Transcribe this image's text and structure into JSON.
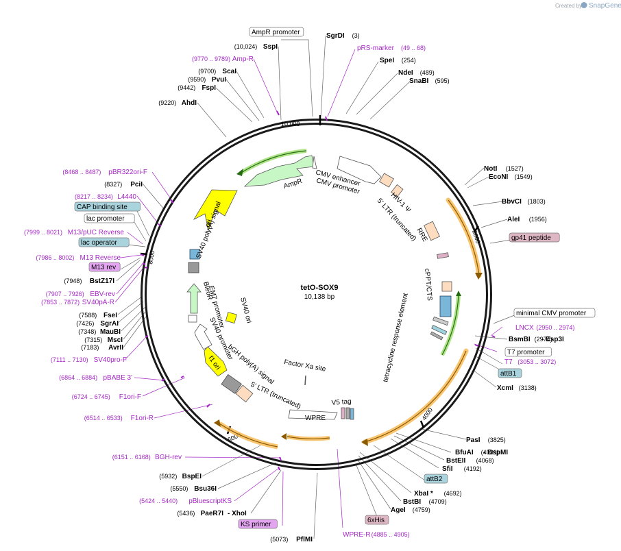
{
  "brand": {
    "prefix": "Created by",
    "name": "SnapGene"
  },
  "plasmid": {
    "name": "tetO-SOX9",
    "length": "10,138 bp"
  },
  "ticks": [
    "10,000",
    "2000",
    "4000",
    "6000",
    "8000"
  ],
  "ring_features": [
    "AmpR",
    "CMV enhancer",
    "CMV promoter",
    "HIV-1 Ψ",
    "5' LTR (truncated)",
    "RRE",
    "cPPT/CTS",
    "tetracycline response element",
    "ori",
    "SV40 poly(A) signal",
    "EM7 promoter",
    "BleoR",
    "SV40 promoter",
    "SV40 ori",
    "f1 ori",
    "bGH poly(A) signal",
    "5' LTR (truncated)",
    "Factor Xa site",
    "WPRE",
    "V5 tag"
  ],
  "sites": [
    {
      "name": "AmpR promoter",
      "pos": "",
      "style": "box"
    },
    {
      "name": "SgrDI",
      "pos": "(3)",
      "style": "enzyme"
    },
    {
      "name": "pRS-marker",
      "pos": "(49 .. 68)",
      "style": "primer"
    },
    {
      "name": "SpeI",
      "pos": "(254)",
      "style": "enzyme"
    },
    {
      "name": "NdeI",
      "pos": "(489)",
      "style": "enzyme"
    },
    {
      "name": "SnaBI",
      "pos": "(595)",
      "style": "enzyme"
    },
    {
      "name": "SspI",
      "pos": "(10,024)",
      "style": "enzyme"
    },
    {
      "name": "Amp-R",
      "pos": "(9770 .. 9789)",
      "style": "primer"
    },
    {
      "name": "ScaI",
      "pos": "(9700)",
      "style": "enzyme"
    },
    {
      "name": "PvuI",
      "pos": "(9590)",
      "style": "enzyme"
    },
    {
      "name": "FspI",
      "pos": "(9442)",
      "style": "enzyme"
    },
    {
      "name": "AhdI",
      "pos": "(9220)",
      "style": "enzyme"
    },
    {
      "name": "pBR322ori-F",
      "pos": "(8468 .. 8487)",
      "style": "primer"
    },
    {
      "name": "PciI",
      "pos": "(8327)",
      "style": "enzyme"
    },
    {
      "name": "L4440",
      "pos": "(8217 .. 8234)",
      "style": "primer"
    },
    {
      "name": "CAP binding site",
      "pos": "",
      "style": "blue"
    },
    {
      "name": "lac promoter",
      "pos": "",
      "style": "box"
    },
    {
      "name": "M13/pUC Reverse",
      "pos": "(7999 .. 8021)",
      "style": "primer"
    },
    {
      "name": "lac operator",
      "pos": "",
      "style": "blue"
    },
    {
      "name": "M13 Reverse",
      "pos": "(7986 .. 8002)",
      "style": "primer"
    },
    {
      "name": "M13 rev",
      "pos": "",
      "style": "pinkp"
    },
    {
      "name": "BstZ17I",
      "pos": "(7948)",
      "style": "enzyme"
    },
    {
      "name": "EBV-rev",
      "pos": "(7907 .. 7926)",
      "style": "primer"
    },
    {
      "name": "SV40pA-R",
      "pos": "(7853 .. 7872)",
      "style": "primer"
    },
    {
      "name": "FseI",
      "pos": "(7588)",
      "style": "enzyme"
    },
    {
      "name": "SgrAI",
      "pos": "(7426)",
      "style": "enzyme"
    },
    {
      "name": "MauBI",
      "pos": "(7348)",
      "style": "enzyme"
    },
    {
      "name": "MscI",
      "pos": "(7315)",
      "style": "enzyme"
    },
    {
      "name": "AvrII",
      "pos": "(7183)",
      "style": "enzyme"
    },
    {
      "name": "SV40pro-F",
      "pos": "(7111 .. 7130)",
      "style": "primer"
    },
    {
      "name": "pBABE 3'",
      "pos": "(6864 .. 6884)",
      "style": "primer"
    },
    {
      "name": "F1ori-F",
      "pos": "(6724 .. 6745)",
      "style": "primer"
    },
    {
      "name": "F1ori-R",
      "pos": "(6514 .. 6533)",
      "style": "primer"
    },
    {
      "name": "BGH-rev",
      "pos": "(6151 .. 6168)",
      "style": "primer"
    },
    {
      "name": "BspEI",
      "pos": "(5932)",
      "style": "enzyme"
    },
    {
      "name": "Bsu36I",
      "pos": "(5550)",
      "style": "enzyme"
    },
    {
      "name": "pBluescriptKS",
      "pos": "(5424 .. 5440)",
      "style": "primer"
    },
    {
      "name": "PaeR7I",
      "pos": "(5436)",
      "style": "enzyme"
    },
    {
      "name": "- XhoI",
      "pos": "",
      "style": "enzyme"
    },
    {
      "name": "KS primer",
      "pos": "",
      "style": "pinkp"
    },
    {
      "name": "PflMI",
      "pos": "(5073)",
      "style": "enzyme"
    },
    {
      "name": "WPRE-R",
      "pos": "(4885 .. 4905)",
      "style": "primer"
    },
    {
      "name": "6xHis",
      "pos": "",
      "style": "pink"
    },
    {
      "name": "AgeI",
      "pos": "(4759)",
      "style": "enzyme"
    },
    {
      "name": "BstBI",
      "pos": "(4709)",
      "style": "enzyme"
    },
    {
      "name": "XbaI *",
      "pos": "(4692)",
      "style": "enzyme"
    },
    {
      "name": "attB2",
      "pos": "",
      "style": "blue"
    },
    {
      "name": "SfiI",
      "pos": "(4192)",
      "style": "enzyme"
    },
    {
      "name": "BstEII",
      "pos": "(4068)",
      "style": "enzyme"
    },
    {
      "name": "BfuAI",
      "pos": "(4031)",
      "style": "enzyme"
    },
    {
      "name": "- BspMI",
      "pos": "",
      "style": "enzyme"
    },
    {
      "name": "PasI",
      "pos": "(3825)",
      "style": "enzyme"
    },
    {
      "name": "XcmI",
      "pos": "(3138)",
      "style": "enzyme"
    },
    {
      "name": "attB1",
      "pos": "",
      "style": "blue"
    },
    {
      "name": "T7 promoter",
      "pos": "",
      "style": "box"
    },
    {
      "name": "T7",
      "pos": "(3053 .. 3072)",
      "style": "primer"
    },
    {
      "name": "BsmBI",
      "pos": "(2974)",
      "style": "enzyme"
    },
    {
      "name": "- Esp3I",
      "pos": "",
      "style": "enzyme"
    },
    {
      "name": "LNCX",
      "pos": "(2950 .. 2974)",
      "style": "primer"
    },
    {
      "name": "minimal CMV promoter",
      "pos": "",
      "style": "box"
    },
    {
      "name": "gp41 peptide",
      "pos": "",
      "style": "pink"
    },
    {
      "name": "AleI",
      "pos": "(1956)",
      "style": "enzyme"
    },
    {
      "name": "BbvCI",
      "pos": "(1803)",
      "style": "enzyme"
    },
    {
      "name": "EcoNI",
      "pos": "(1549)",
      "style": "enzyme"
    },
    {
      "name": "NotI",
      "pos": "(1527)",
      "style": "enzyme"
    }
  ],
  "colors": {
    "backbone": "#1a1a1a",
    "primer": "#a526c6",
    "box_blue": "#a9d3dd",
    "box_pink": "#dfb6c4",
    "box_purple": "#e3a4f0",
    "amp": "#c6f7c4",
    "ori": "#ffff00",
    "glow": "#f7b64d"
  }
}
